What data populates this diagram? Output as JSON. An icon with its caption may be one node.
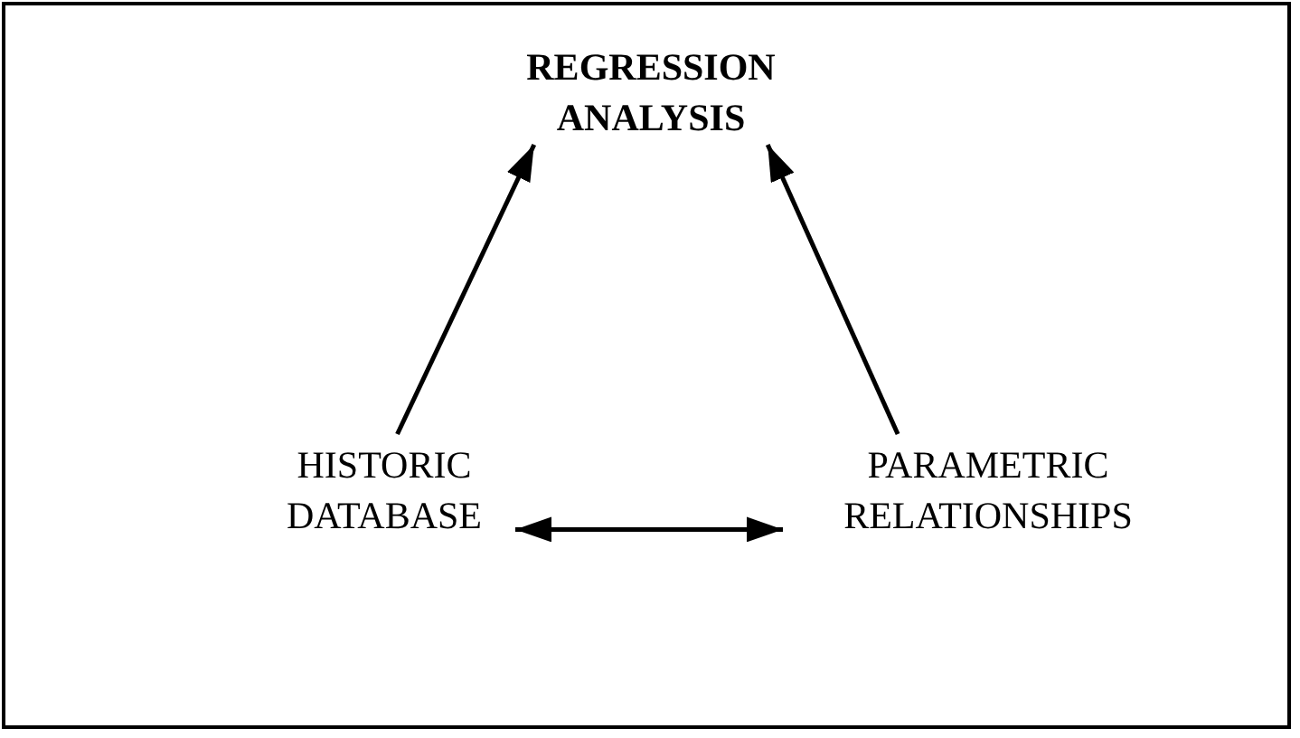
{
  "diagram": {
    "nodes": [
      {
        "text": [
          "REGRESSION ANALYSIS"
        ]
      },
      {
        "text": [
          "HISTORIC DATABASE"
        ]
      },
      {
        "text": [
          "PARAMETRIC RELATIONSHIPS"
        ]
      }
    ],
    "edges": [
      {
        "from": 1,
        "to": 0,
        "arrow": "to"
      },
      {
        "from": 2,
        "to": 0,
        "arrow": "to"
      },
      {
        "from": 1,
        "to": 2,
        "arrow": "both"
      }
    ]
  }
}
